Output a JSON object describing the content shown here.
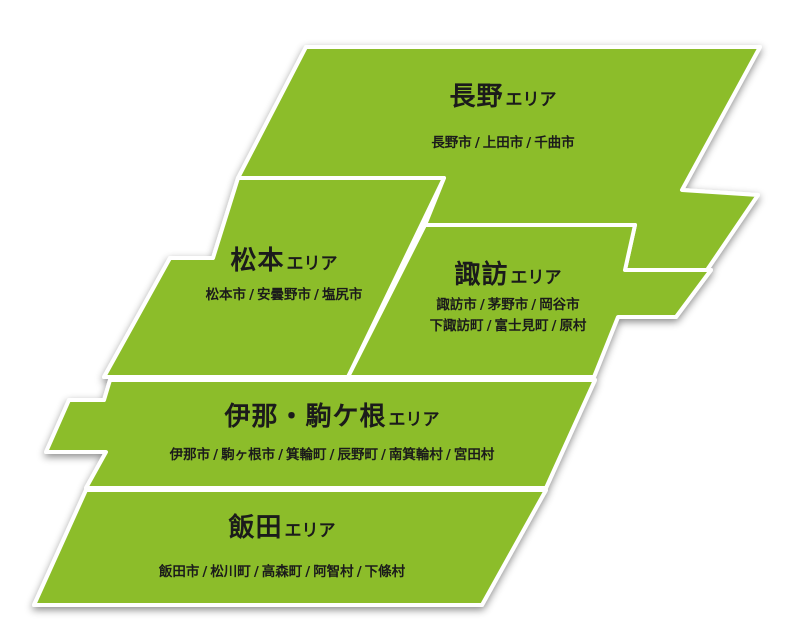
{
  "region_fill_color": "#8cbd2a",
  "area_suffix": "エリア",
  "separator": "/",
  "regions": {
    "nagano": {
      "name": "長野",
      "cities": [
        [
          "長野市",
          "上田市",
          "千曲市"
        ]
      ]
    },
    "matsumoto": {
      "name": "松本",
      "cities": [
        [
          "松本市",
          "安曇野市",
          "塩尻市"
        ]
      ]
    },
    "suwa": {
      "name": "諏訪",
      "cities": [
        [
          "諏訪市",
          "茅野市",
          "岡谷市"
        ],
        [
          "下諏訪町",
          "富士見町",
          "原村"
        ]
      ]
    },
    "ina": {
      "name": "伊那・駒ケ根",
      "cities": [
        [
          "伊那市",
          "駒ヶ根市",
          "箕輪町",
          "辰野町",
          "南箕輪村",
          "宮田村"
        ]
      ]
    },
    "iida": {
      "name": "飯田",
      "cities": [
        [
          "飯田市",
          "松川町",
          "高森町",
          "阿智村",
          "下條村"
        ]
      ]
    }
  }
}
